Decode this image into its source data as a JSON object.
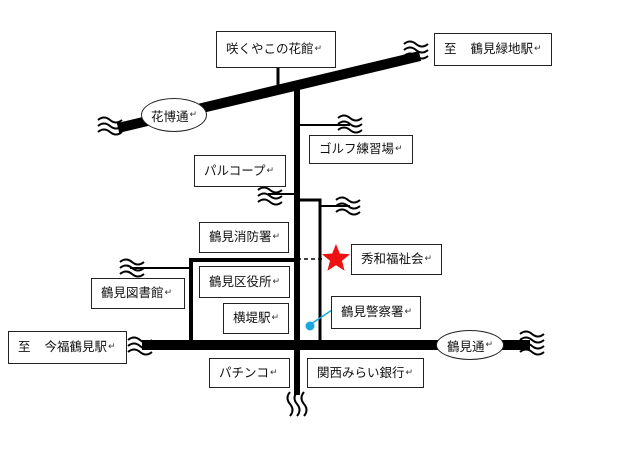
{
  "return_mark": "↵",
  "labels": {
    "sakuyakono": "咲くやこの花館",
    "tsurumi_ryokuchi_prefix": "至",
    "tsurumi_ryokuchi": "鶴見緑地駅",
    "hanahaku": "花博通",
    "golf": "ゴルフ練習場",
    "palcoop": "パルコープ",
    "fire_station": "鶴見消防署",
    "shuwa": "秀和福祉会",
    "library": "鶴見図書館",
    "ward_office": "鶴見区役所",
    "police": "鶴見警察署",
    "yokozutsumi": "横堤駅",
    "imafuku_prefix": "至",
    "imafuku": "今福鶴見駅",
    "tsurumi_dori": "鶴見通",
    "pachinko": "パチンコ",
    "kansai_mirai": "関西みらい銀行"
  },
  "colors": {
    "road": "#000000",
    "target_star": "#ee1111",
    "police_dot": "#1aa7e0"
  },
  "icons": {
    "target": "star-icon",
    "police": "dot-icon",
    "road_end": "wavy-road-end-icon"
  }
}
